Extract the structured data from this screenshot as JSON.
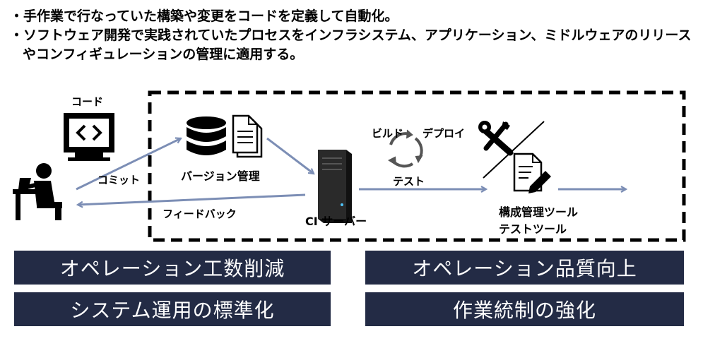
{
  "bullets": [
    "・手作業で行なっていた構築や変更をコードを定義して自動化。",
    "・ソフトウェア開発で実践されていたプロセスをインフラシステム、アプリケーション、ミドルウェアのリリース",
    "やコンフィギュレーションの管理に適用する。"
  ],
  "diagram": {
    "code_label": "コード",
    "commit_label": "コミット",
    "version_control_label": "バージョン管理",
    "feedback_label": "フィードバック",
    "ci_server_label": "CI サーバー",
    "build_label": "ビルド",
    "deploy_label": "デプロイ",
    "test_label": "テスト",
    "config_tool_label": "構成管理ツール",
    "test_tool_label": "テストツール",
    "icons": [
      "code-monitor-icon",
      "person-at-desk-icon",
      "database-icon",
      "documents-icon",
      "server-icon",
      "cycle-arrows-icon",
      "tools-icon",
      "document-edit-icon"
    ]
  },
  "benefits": {
    "reduce_effort": "オペレーション工数削減",
    "improve_quality": "オペレーション品質向上",
    "standardize": "システム運用の標準化",
    "strengthen_control": "作業統制の強化"
  },
  "colors": {
    "arrow": "#7c8eb5",
    "banner": "#232b45"
  }
}
